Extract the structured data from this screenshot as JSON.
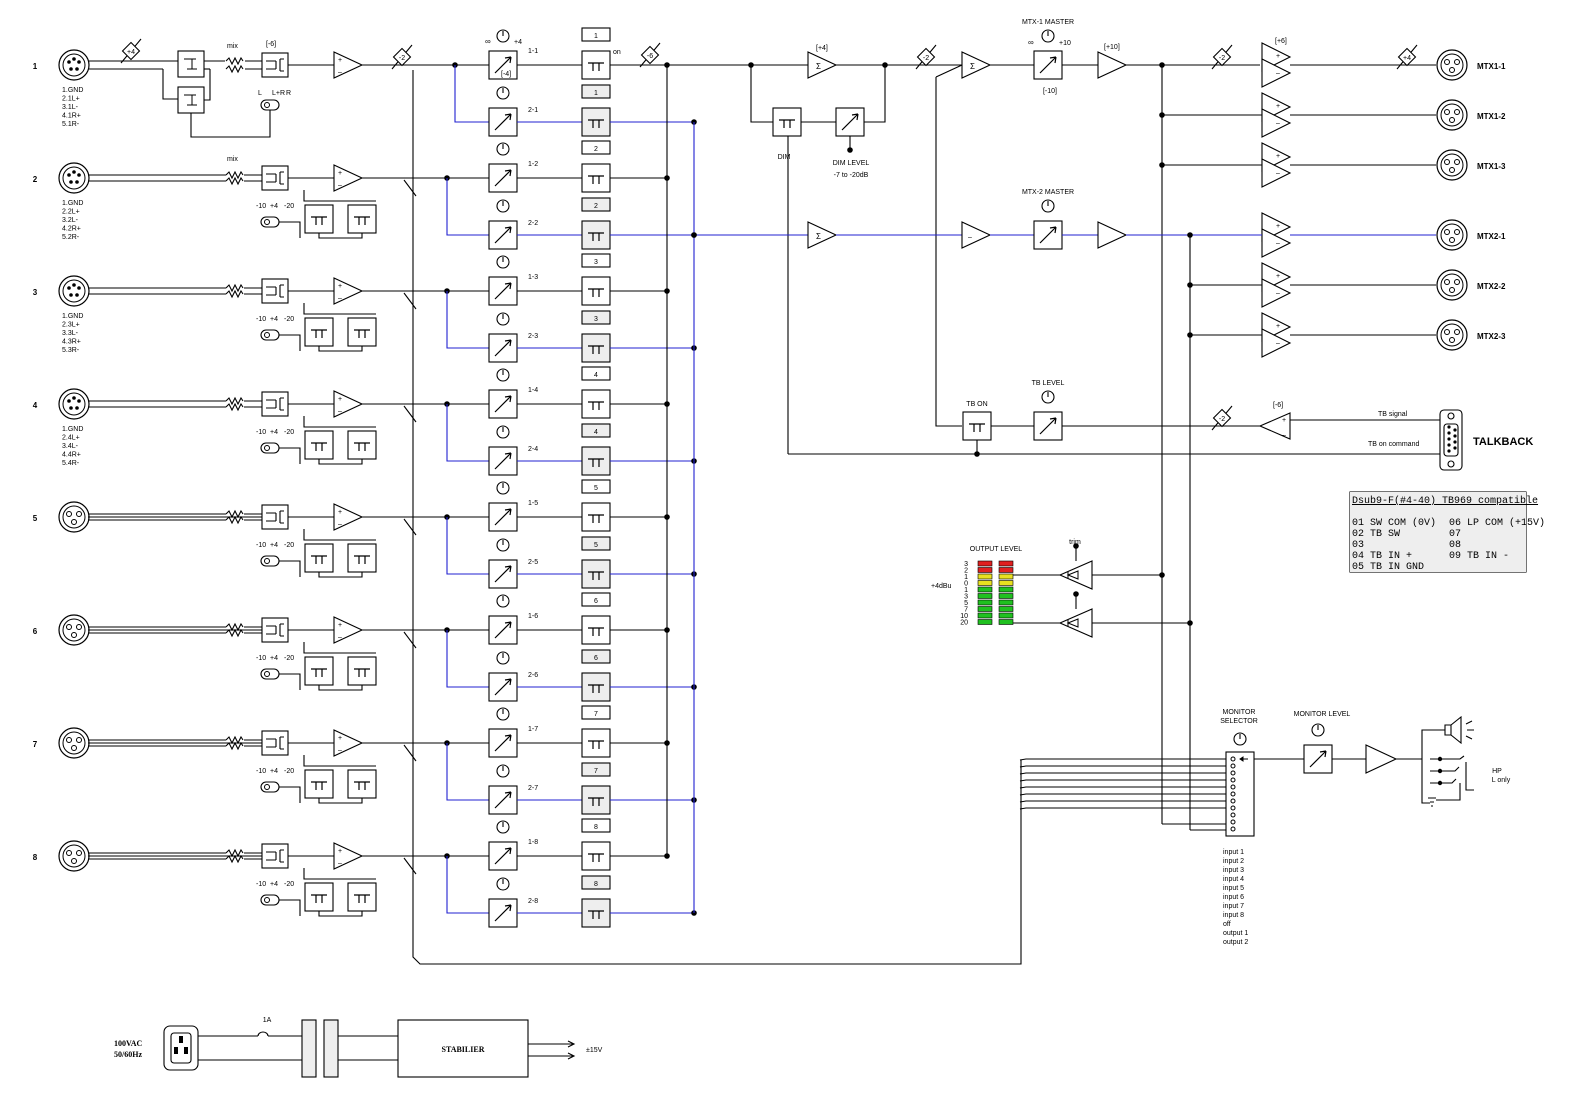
{
  "inputs": [
    {
      "num": "1",
      "pins": [
        "1.GND",
        "2.1L+",
        "3.1L-",
        "4.1R+",
        "5.1R-"
      ],
      "pad": "[-6]",
      "switch": [
        "L",
        "L+R",
        "R"
      ],
      "mix": "mix",
      "mixer": "1-1",
      "send": "2-1",
      "bus": "1",
      "bus2": "1"
    },
    {
      "num": "2",
      "pins": [
        "1.GND",
        "2.2L+",
        "3.2L-",
        "4.2R+",
        "5.2R-"
      ],
      "mix": "mix",
      "mixer": "1-2",
      "send": "2-2",
      "bus": "2",
      "bus2": "2"
    },
    {
      "num": "3",
      "pins": [
        "1.GND",
        "2.3L+",
        "3.3L-",
        "4.3R+",
        "5.3R-"
      ],
      "mixer": "1-3",
      "send": "2-3",
      "bus": "3",
      "bus2": "3"
    },
    {
      "num": "4",
      "pins": [
        "1.GND",
        "2.4L+",
        "3.4L-",
        "4.4R+",
        "5.4R-"
      ],
      "mixer": "1-4",
      "send": "2-4",
      "bus": "4",
      "bus2": "4"
    },
    {
      "num": "5",
      "pins": [],
      "mixer": "1-5",
      "send": "2-5",
      "bus": "5",
      "bus2": "5"
    },
    {
      "num": "6",
      "pins": [],
      "mixer": "1-6",
      "send": "2-6",
      "bus": "6",
      "bus2": "6"
    },
    {
      "num": "7",
      "pins": [],
      "mixer": "1-7",
      "send": "2-7",
      "bus": "7",
      "bus2": "7"
    },
    {
      "num": "8",
      "pins": [],
      "mixer": "1-8",
      "send": "2-8",
      "bus": "8",
      "bus2": "8"
    }
  ],
  "labels": {
    "sens": [
      "-10",
      "+4",
      "-20"
    ],
    "pad_in": "+4",
    "pad_neg": "-2",
    "knob_inf": "∞",
    "knob_plus4": "+4",
    "knob_minus4": "[-4]",
    "on": "on",
    "pad_minus6": "-6",
    "sum_plus4": "[+4]",
    "dim": "DIM",
    "dim_level": "DIM LEVEL",
    "dim_range": "-7 to -20dB",
    "mtx1_master": "MTX-1 MASTER",
    "mtx1_plus10": "+10",
    "mtx1_minus10": "[-10]",
    "mtx1_gain": "[+10]",
    "mtx1_out_gain": "[+6]",
    "mtx2_master": "MTX-2 MASTER",
    "tb_on": "TB ON",
    "tb_level": "TB LEVEL",
    "tb_minus6": "[-6]",
    "tb_signal": "TB signal",
    "tb_on_command": "TB on command",
    "talkback": "TALKBACK",
    "output_level": "OUTPUT LEVEL",
    "trim": "trim",
    "plus4dbu": "+4dBu",
    "monitor_selector_1": "MONITOR",
    "monitor_selector_2": "SELECTOR",
    "monitor_level": "MONITOR LEVEL",
    "hp": "HP",
    "l_only": "L only",
    "sigma": "Σ",
    "plus": "+",
    "minus": "–"
  },
  "meter_scale": [
    "3",
    "2",
    "1",
    "0",
    "1",
    "3",
    "5",
    "7",
    "10",
    "20"
  ],
  "outputs": [
    "MTX1-1",
    "MTX1-2",
    "MTX1-3",
    "MTX2-1",
    "MTX2-2",
    "MTX2-3"
  ],
  "monitor_list": [
    "input 1",
    "input 2",
    "input 3",
    "input 4",
    "input 5",
    "input 6",
    "input 7",
    "input 8",
    "off",
    "output 1",
    "output 2"
  ],
  "dsub": {
    "title": "Dsub9-F(#4-40) TB969 compatible",
    "rows": [
      [
        "01 SW COM (0V)",
        "06 LP COM (+15V)"
      ],
      [
        "02 TB SW",
        "07"
      ],
      [
        "03",
        "08"
      ],
      [
        "04 TB IN +",
        "09 TB IN -"
      ],
      [
        "05 TB IN GND",
        ""
      ]
    ]
  },
  "power": {
    "mains_1": "100VAC",
    "mains_2": "50/60Hz",
    "fuse": "1A",
    "stabilizer": "STABILIER",
    "output": "±15V"
  },
  "colors": {
    "line": "#000000",
    "bus2": "#2020d0",
    "meter_red": "#e02020",
    "meter_yellow": "#e8e020",
    "meter_green": "#20c020"
  }
}
